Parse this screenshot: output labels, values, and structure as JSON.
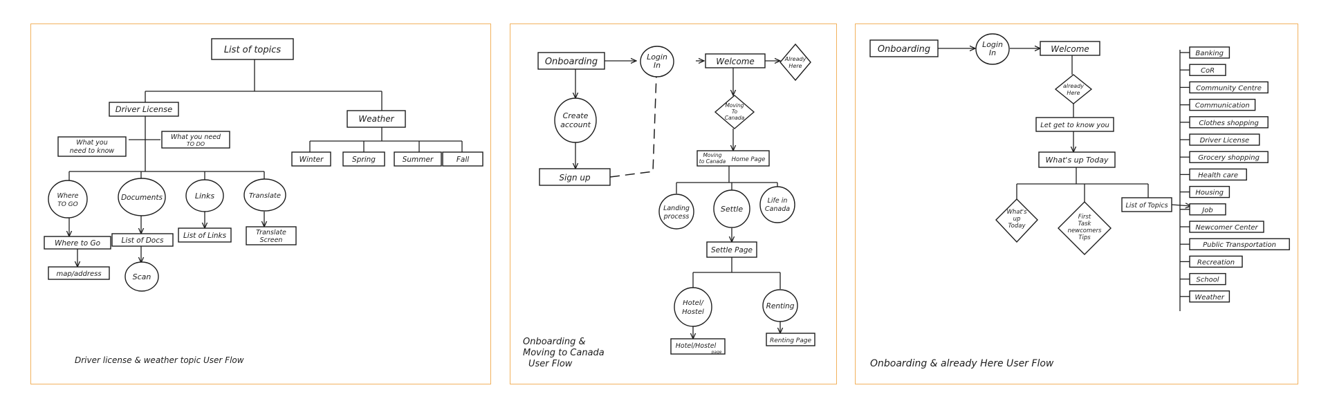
{
  "panels": {
    "p1": {
      "caption": "Driver license & weather topic User Flow",
      "nodes": {
        "list_topics": "List of topics",
        "driver_license": "Driver License",
        "weather": "Weather",
        "know_l1": "What you",
        "know_l2": "need to know",
        "todo_l1": "What you need",
        "todo_l2": "TO DO",
        "winter": "Winter",
        "spring": "Spring",
        "summer": "Summer",
        "fall": "Fall",
        "where_l1": "Where",
        "where_l2": "TO GO",
        "documents": "Documents",
        "links": "Links",
        "translate": "Translate",
        "where_to_go": "Where to Go",
        "list_docs": "List of Docs",
        "list_links": "List of Links",
        "trans_l1": "Translate",
        "trans_l2": "Screen",
        "map": "map/address",
        "scan": "Scan"
      }
    },
    "p2": {
      "caption_l1": "Onboarding &",
      "caption_l2": "Moving to Canada",
      "caption_l3": "User Flow",
      "nodes": {
        "onboarding": "Onboarding",
        "login_l1": "Login",
        "login_l2": "In",
        "welcome": "Welcome",
        "already_l1": "Already",
        "already_l2": "Here",
        "create_l1": "Create",
        "create_l2": "account",
        "moving_l1": "Moving",
        "moving_l2": "To",
        "moving_l3": "Canada",
        "sign_up": "Sign up",
        "home_l1": "Moving",
        "home_l2": "to Canada",
        "home_l3": "Home Page",
        "landing_l1": "Landing",
        "landing_l2": "process",
        "settle": "Settle",
        "life_l1": "Life in",
        "life_l2": "Canada",
        "settle_page": "Settle Page",
        "hotel_l1": "Hotel/",
        "hotel_l2": "Hostel",
        "renting": "Renting",
        "hotel_page_l1": "Hotel/Hostel",
        "hotel_page_l2": "page",
        "renting_page": "Renting Page"
      }
    },
    "p3": {
      "caption": "Onboarding & already Here User Flow",
      "nodes": {
        "onboarding": "Onboarding",
        "login_l1": "Login",
        "login_l2": "In",
        "welcome": "Welcome",
        "already_l1": "already",
        "already_l2": "Here",
        "get_to_know": "Let get to know you",
        "whats_up": "What's up Today",
        "d1_l1": "What's",
        "d1_l2": "up",
        "d1_l3": "Today",
        "d2_l1": "First",
        "d2_l2": "Task",
        "d2_l3": "newcomers",
        "d2_l4": "Tips",
        "list_topics": "List of Topics"
      },
      "topics": [
        "Banking",
        "CoR",
        "Community Centre",
        "Communication",
        "Clothes shopping",
        "Driver License",
        "Grocery shopping",
        "Health care",
        "Housing",
        "Job",
        "Newcomer Center",
        "Public Transportation",
        "Recreation",
        "School",
        "Weather"
      ]
    }
  }
}
